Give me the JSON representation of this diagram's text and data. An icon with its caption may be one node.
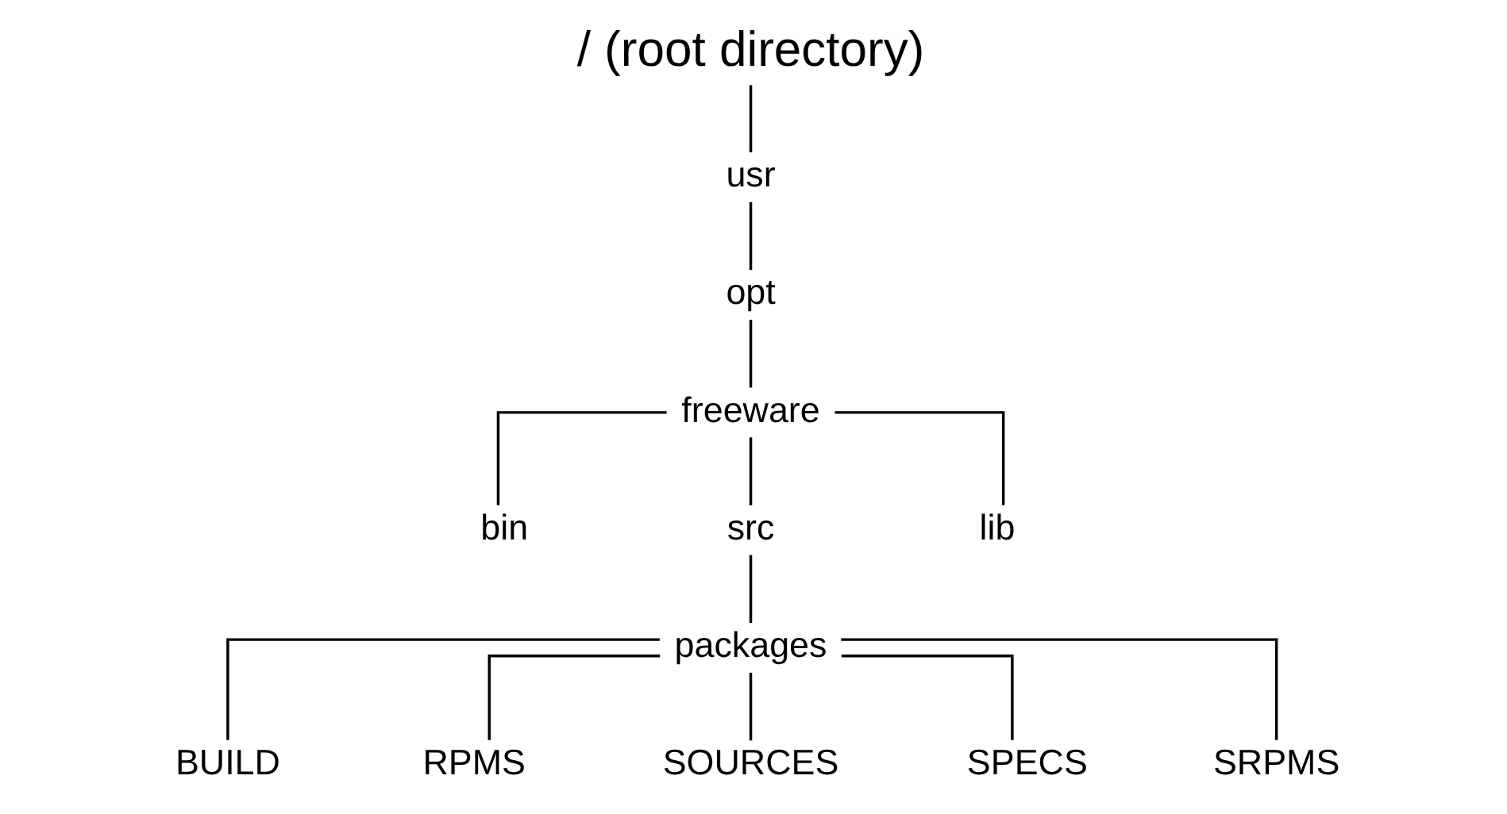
{
  "diagram": {
    "nodes": [
      {
        "text": [
          "/ (root directory)"
        ]
      },
      {
        "text": [
          "usr"
        ]
      },
      {
        "text": [
          "opt"
        ]
      },
      {
        "text": [
          "freeware"
        ]
      },
      {
        "text": [
          "bin"
        ]
      },
      {
        "text": [
          "src"
        ]
      },
      {
        "text": [
          "lib"
        ]
      },
      {
        "text": [
          "packages"
        ]
      },
      {
        "text": [
          "BUILD"
        ]
      },
      {
        "text": [
          "RPMS"
        ]
      },
      {
        "text": [
          "SOURCES"
        ]
      },
      {
        "text": [
          "SPECS"
        ]
      },
      {
        "text": [
          "SRPMS"
        ]
      }
    ],
    "edges": [
      {
        "from": 0,
        "to": 1,
        "arrow": "none"
      },
      {
        "from": 1,
        "to": 2,
        "arrow": "none"
      },
      {
        "from": 2,
        "to": 3,
        "arrow": "none"
      },
      {
        "from": 3,
        "to": 4,
        "arrow": "none"
      },
      {
        "from": 3,
        "to": 5,
        "arrow": "none"
      },
      {
        "from": 3,
        "to": 6,
        "arrow": "none"
      },
      {
        "from": 5,
        "to": 7,
        "arrow": "none"
      },
      {
        "from": 7,
        "to": 8,
        "arrow": "none"
      },
      {
        "from": 7,
        "to": 9,
        "arrow": "none"
      },
      {
        "from": 7,
        "to": 10,
        "arrow": "none"
      },
      {
        "from": 7,
        "to": 11,
        "arrow": "none"
      },
      {
        "from": 7,
        "to": 12,
        "arrow": "none"
      }
    ]
  }
}
